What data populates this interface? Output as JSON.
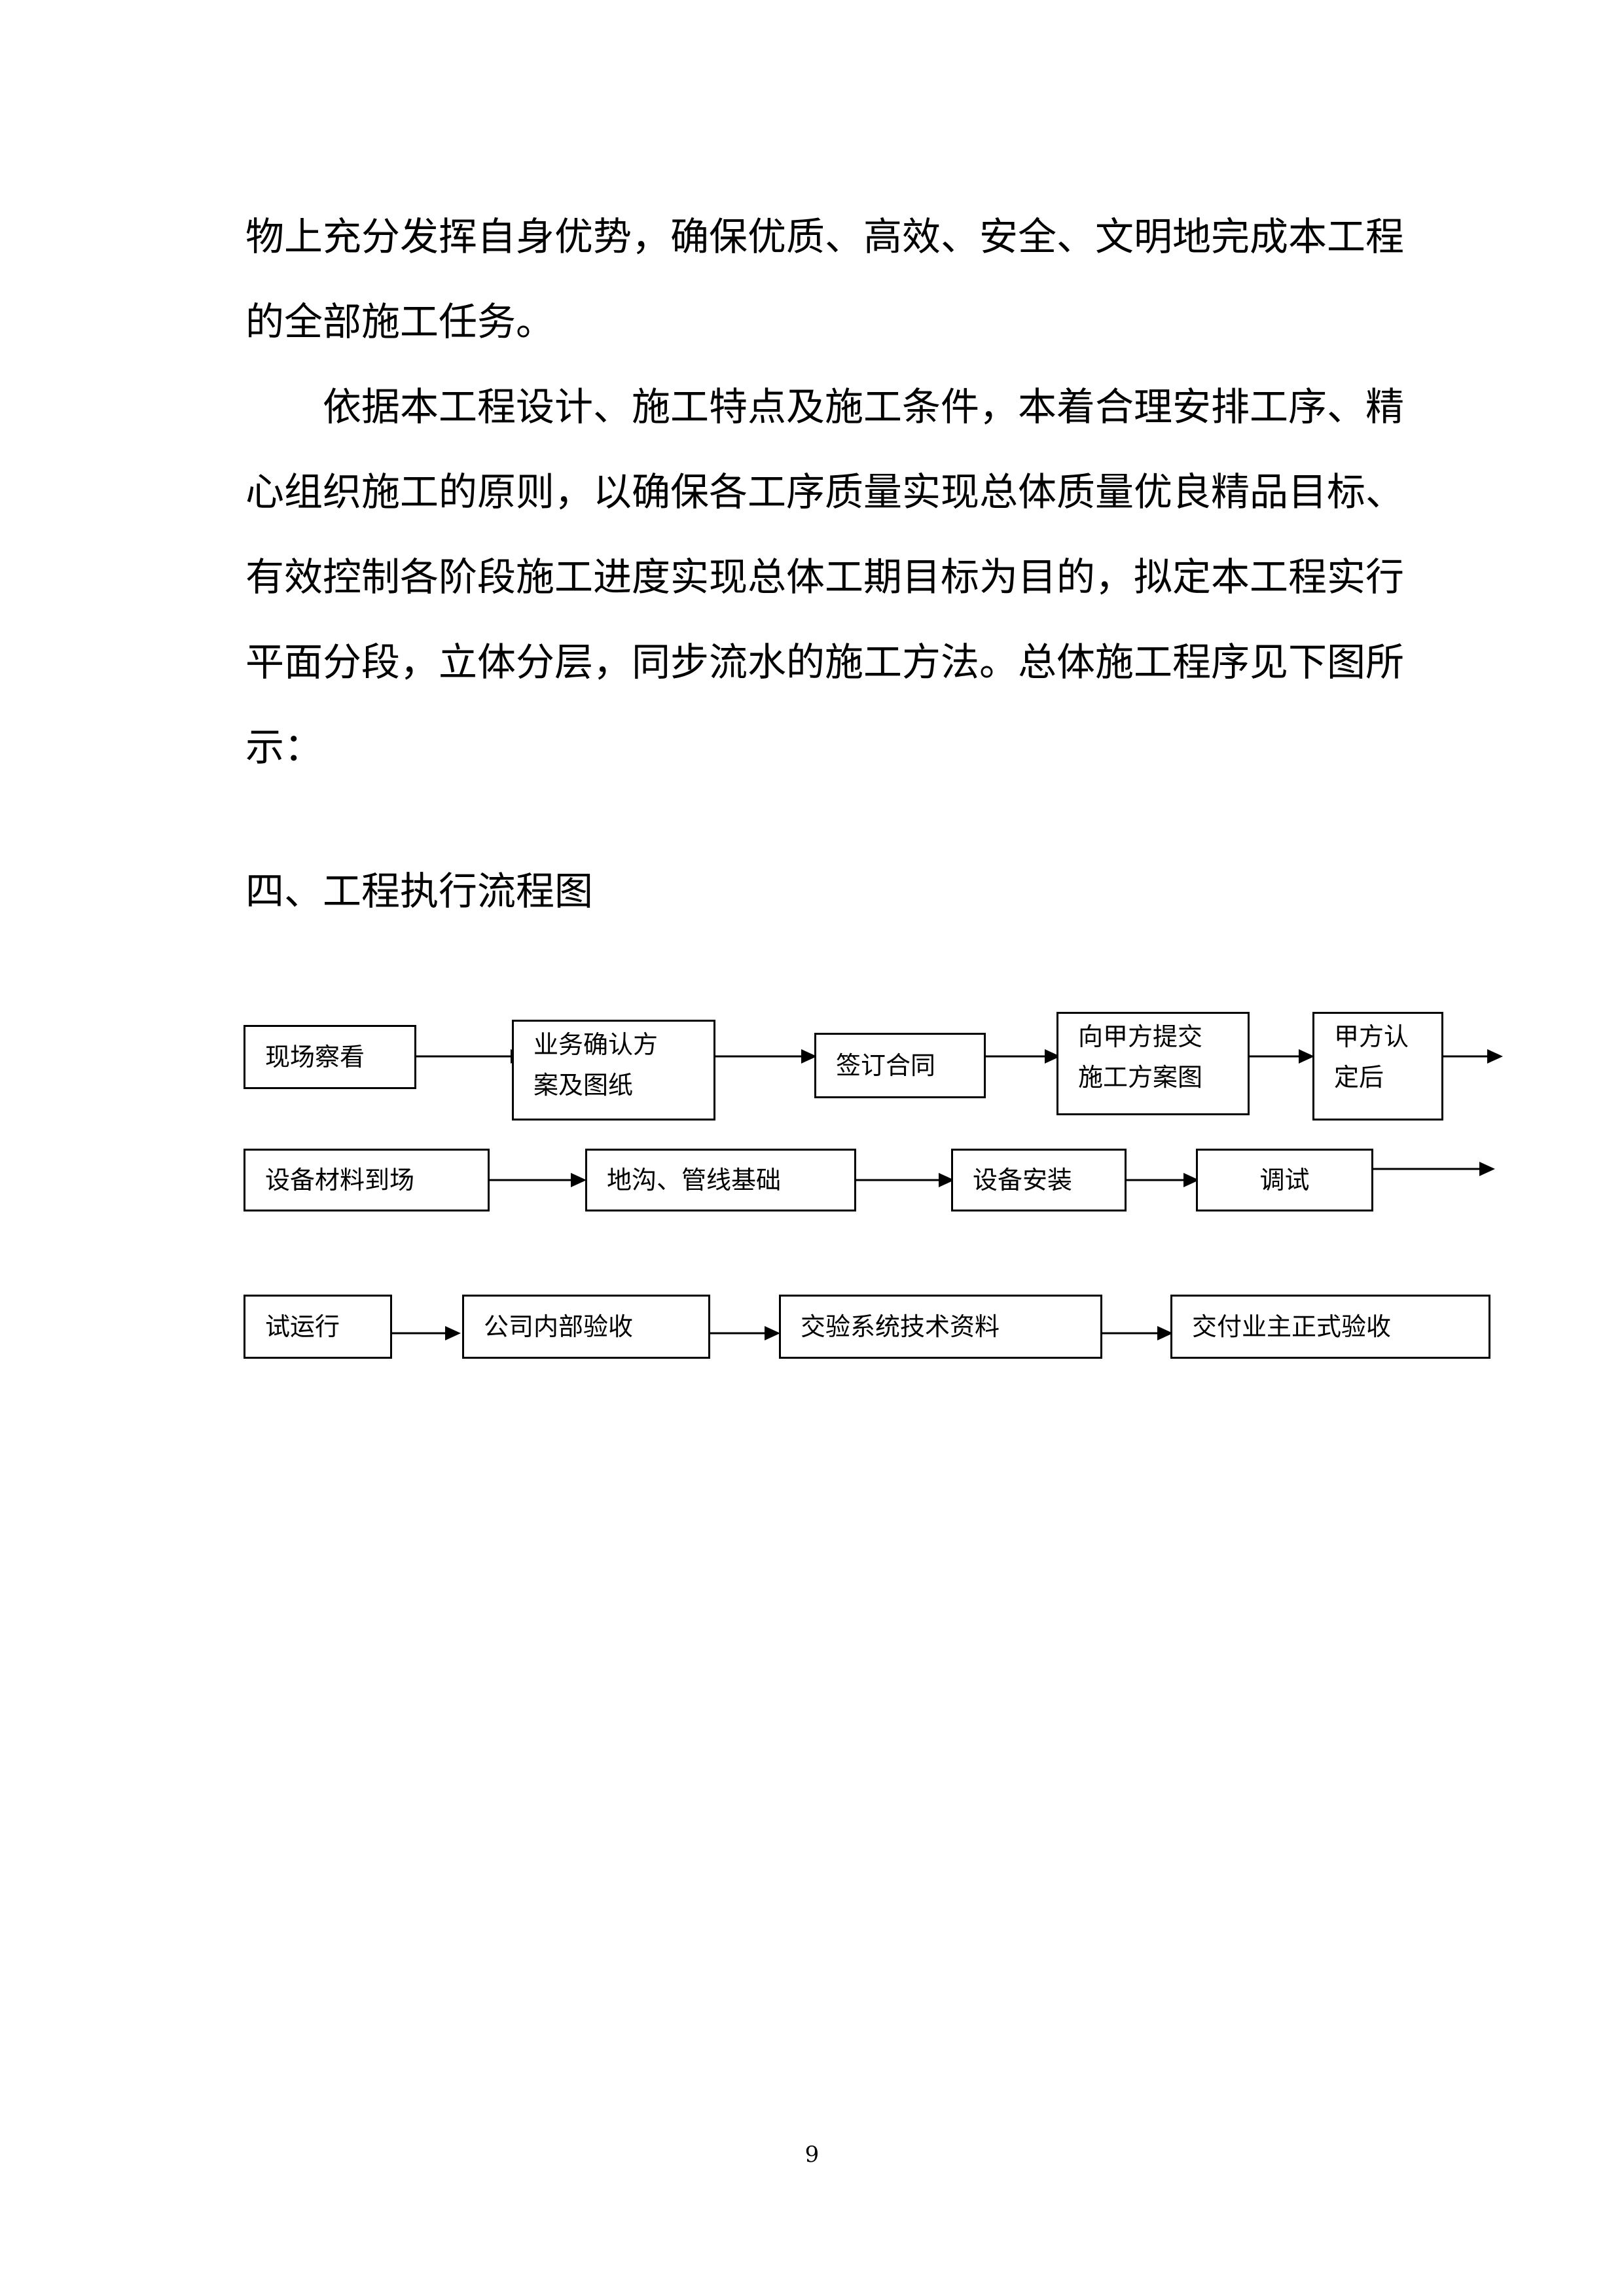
{
  "body": {
    "lines": [
      "物上充分发挥自身优势，确保优质、高效、安全、文明地完成本工程",
      "的全部施工任务。",
      "依据本工程设计、施工特点及施工条件，本着合理安排工序、精",
      "心组织施工的原则，以确保各工序质量实现总体质量优良精品目标、",
      "有效控制各阶段施工进度实现总体工期目标为目的，拟定本工程实行",
      "平面分段，立体分层，同步流水的施工方法。总体施工程序见下图所",
      "示："
    ]
  },
  "heading": "四、工程执行流程图",
  "flowchart": {
    "row1": [
      {
        "lines": [
          "现场察看"
        ]
      },
      {
        "lines": [
          "业务确认方",
          "案及图纸"
        ]
      },
      {
        "lines": [
          "签订合同"
        ]
      },
      {
        "lines": [
          "向甲方提交",
          "施工方案图"
        ]
      },
      {
        "lines": [
          "甲方认",
          "定后"
        ]
      }
    ],
    "row2": [
      {
        "lines": [
          "设备材料到场"
        ]
      },
      {
        "lines": [
          "地沟、管线基础"
        ]
      },
      {
        "lines": [
          "设备安装"
        ]
      },
      {
        "lines": [
          "调试"
        ]
      }
    ],
    "row3": [
      {
        "lines": [
          "试运行"
        ]
      },
      {
        "lines": [
          "公司内部验收"
        ]
      },
      {
        "lines": [
          "交验系统技术资料"
        ]
      },
      {
        "lines": [
          "交付业主正式验收"
        ]
      }
    ]
  },
  "page_number": "9"
}
